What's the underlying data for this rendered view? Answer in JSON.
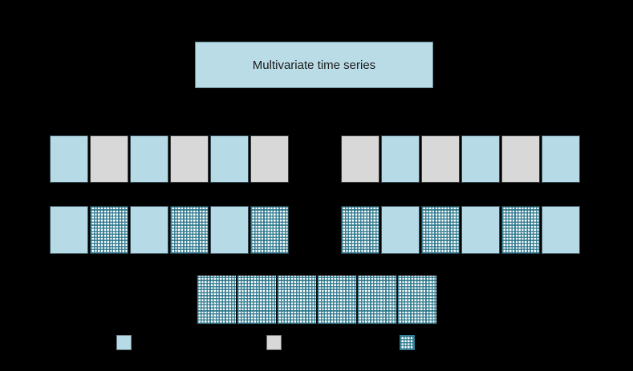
{
  "title_box": {
    "label": "Multivariate time series"
  },
  "colors": {
    "background": "#000000",
    "solid_blue": "#b7dbe6",
    "solid_gray": "#d8d8d8",
    "grid_teal": "#29758b",
    "grid_background": "#ffffff",
    "title_box_fill": "#b9dce7",
    "title_box_border": "#69909c"
  },
  "rows": [
    {
      "name": "row-1",
      "groups": [
        {
          "side": "left",
          "cells": [
            "solid-blue",
            "solid-gray",
            "solid-blue",
            "solid-gray",
            "solid-blue",
            "solid-gray"
          ]
        },
        {
          "side": "right",
          "cells": [
            "solid-gray",
            "solid-blue",
            "solid-gray",
            "solid-blue",
            "solid-gray",
            "solid-blue"
          ]
        }
      ]
    },
    {
      "name": "row-2",
      "groups": [
        {
          "side": "left",
          "cells": [
            "solid-blue",
            "grid-pattern",
            "solid-blue",
            "grid-pattern",
            "solid-blue",
            "grid-pattern"
          ]
        },
        {
          "side": "right",
          "cells": [
            "grid-pattern",
            "solid-blue",
            "grid-pattern",
            "solid-blue",
            "grid-pattern",
            "solid-blue"
          ]
        }
      ]
    },
    {
      "name": "row-3",
      "groups": [
        {
          "side": "center",
          "cells": [
            "grid-pattern",
            "grid-pattern",
            "grid-pattern",
            "grid-pattern",
            "grid-pattern",
            "grid-pattern"
          ]
        }
      ]
    }
  ],
  "legend": {
    "cells": [
      "solid-blue",
      "solid-gray",
      "grid-pattern"
    ]
  }
}
